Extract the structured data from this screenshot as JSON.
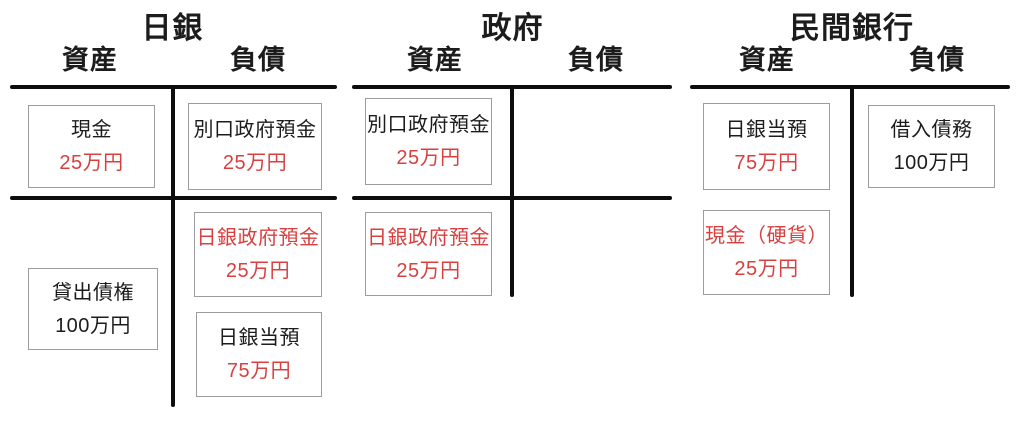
{
  "colors": {
    "ink": "#1c1c1c",
    "red": "#d84040",
    "line": "#0d0d0d",
    "box_border": "#9c9c9c",
    "bg": "#ffffff"
  },
  "accounts": [
    {
      "title": "日銀",
      "assets_header": "資産",
      "liabilities_header": "負債",
      "boxes": [
        {
          "label": "現金",
          "value": "25万円",
          "label_color": "black",
          "value_color": "red"
        },
        {
          "label": "別口政府預金",
          "value": "25万円",
          "label_color": "black",
          "value_color": "red"
        },
        {
          "label": "日銀政府預金",
          "value": "25万円",
          "label_color": "red",
          "value_color": "red"
        },
        {
          "label": "貸出債権",
          "value": "100万円",
          "label_color": "black",
          "value_color": "black"
        },
        {
          "label": "日銀当預",
          "value": "75万円",
          "label_color": "black",
          "value_color": "red"
        }
      ]
    },
    {
      "title": "政府",
      "assets_header": "資産",
      "liabilities_header": "負債",
      "boxes": [
        {
          "label": "別口政府預金",
          "value": "25万円",
          "label_color": "black",
          "value_color": "red"
        },
        {
          "label": "日銀政府預金",
          "value": "25万円",
          "label_color": "red",
          "value_color": "red"
        }
      ]
    },
    {
      "title": "民間銀行",
      "assets_header": "資産",
      "liabilities_header": "負債",
      "boxes": [
        {
          "label": "日銀当預",
          "value": "75万円",
          "label_color": "black",
          "value_color": "red"
        },
        {
          "label": "借入債務",
          "value": "100万円",
          "label_color": "black",
          "value_color": "black"
        },
        {
          "label": "現金（硬貨）",
          "value": "25万円",
          "label_color": "red",
          "value_color": "red"
        }
      ]
    }
  ]
}
